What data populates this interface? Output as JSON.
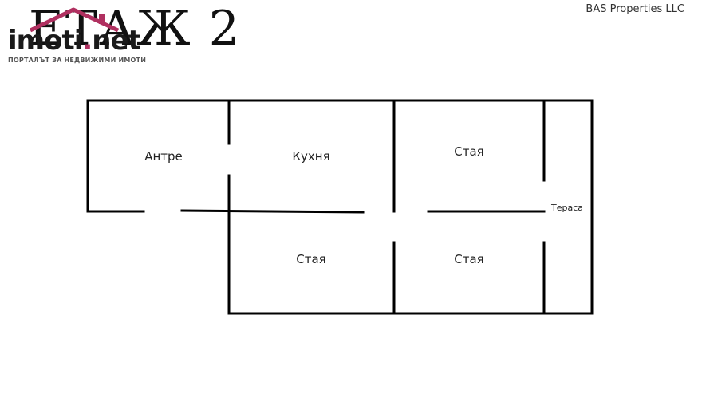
{
  "header": {
    "floor_title": "ЕТАЖ 2",
    "company": "BAS Properties LLC"
  },
  "watermark": {
    "brand": "imoti.net",
    "brand_main": "imoti",
    "brand_dot": ".",
    "brand_tld": "net",
    "tagline": "ПОРТАЛЪТ ЗА НЕДВИЖИМИ ИМОТИ",
    "accent_color": "#b03060"
  },
  "plan": {
    "wall_color": "#000000",
    "rooms": [
      {
        "id": "antre",
        "label": "Антре"
      },
      {
        "id": "kitchen",
        "label": "Кухня"
      },
      {
        "id": "room-top-right",
        "label": "Стая"
      },
      {
        "id": "room-bottom-left",
        "label": "Стая"
      },
      {
        "id": "room-bottom-right",
        "label": "Стая"
      },
      {
        "id": "terrace",
        "label": "Тераса"
      }
    ]
  }
}
